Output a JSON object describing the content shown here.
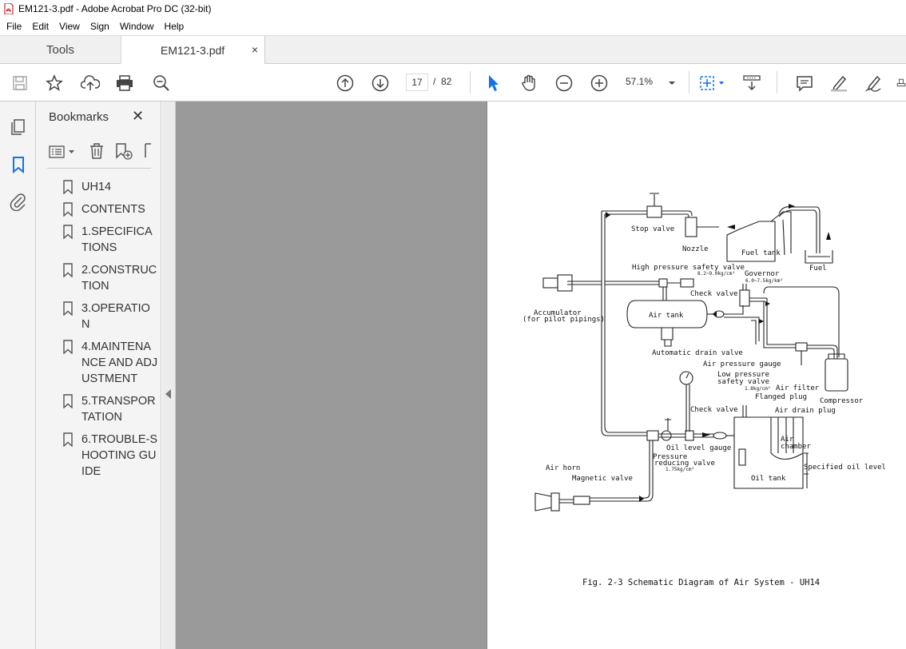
{
  "window": {
    "title": "EM121-3.pdf - Adobe Acrobat Pro DC (32-bit)"
  },
  "menu": [
    "File",
    "Edit",
    "View",
    "Sign",
    "Window",
    "Help"
  ],
  "tabs": {
    "tools_label": "Tools",
    "doc_label": "EM121-3.pdf",
    "close_glyph": "×"
  },
  "toolbar": {
    "current_page": "17",
    "page_separator": "/",
    "total_pages": "82",
    "zoom": "57.1%"
  },
  "bookmarks": {
    "title": "Bookmarks",
    "close_glyph": "✕",
    "items": [
      {
        "label": "UH14"
      },
      {
        "label": "CONTENTS"
      },
      {
        "label": "1.SPECIFICATIONS"
      },
      {
        "label": "2.CONSTRUCTION"
      },
      {
        "label": "3.OPERATION"
      },
      {
        "label": "4.MAINTENANCE AND ADJUSTMENT"
      },
      {
        "label": "5.TRANSPORTATION"
      },
      {
        "label": "6.TROUBLE-SHOOTING GUIDE"
      }
    ]
  },
  "diagram": {
    "labels": {
      "stop_valve": "Stop valve",
      "nozzle": "Nozzle",
      "fuel_tank": "Fuel tank",
      "fuel": "Fuel",
      "high_pressure_safety_valve": "High pressure safety valve",
      "hp_value": "8.2~9.0kg/cm²",
      "governor": "Governor",
      "gov_value": "6.0~7.5kg/km²",
      "check_valve_1": "Check valve",
      "accumulator": "Accumulator",
      "accumulator_sub": "(for pilot pipings)",
      "air_tank": "Air tank",
      "automatic_drain_valve": "Automatic drain valve",
      "air_pressure_gauge": "Air pressure gauge",
      "low_pressure_safety_valve_1": "Low pressure",
      "low_pressure_safety_valve_2": "safety valve",
      "lp_value": "1.8kg/cm²",
      "air_filter": "Air filter",
      "flanged_plug": "Flanged plug",
      "compressor": "Compressor",
      "check_valve_2": "Check valve",
      "air_drain_plug": "Air drain plug",
      "air_chamber_1": "Air",
      "air_chamber_2": "chamber",
      "oil_level_gauge": "Oil level gauge",
      "pressure_reducing_1": "Pressure",
      "pressure_reducing_2": "reducing valve",
      "pr_value": "1.75kg/cm²",
      "specified_oil_level": "Specified oil level",
      "oil_tank": "Oil tank",
      "air_horn": "Air horn",
      "magnetic_valve": "Magnetic valve"
    },
    "caption": "Fig. 2-3  Schematic Diagram of Air System - UH14"
  }
}
